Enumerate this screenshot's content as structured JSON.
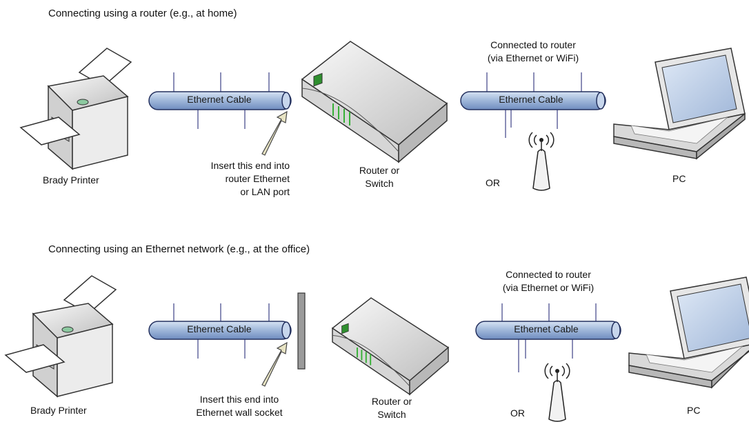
{
  "sections": [
    {
      "heading": "Connecting using a router (e.g., at home)",
      "printer_label": "Brady Printer",
      "cable_left_label": "Ethernet Cable",
      "insert_note": [
        "Insert this end into",
        "router Ethernet",
        "or LAN port"
      ],
      "router_label": [
        "Router or",
        "Switch"
      ],
      "connected_note": [
        "Connected to router",
        "(via Ethernet or WiFi)"
      ],
      "cable_right_label": "Ethernet Cable",
      "or_label": "OR",
      "pc_label": "PC"
    },
    {
      "heading": "Connecting using an Ethernet network (e.g., at the office)",
      "printer_label": "Brady Printer",
      "cable_left_label": "Ethernet Cable",
      "insert_note": [
        "Insert this end into",
        "Ethernet wall socket"
      ],
      "router_label": [
        "Router or",
        "Switch"
      ],
      "connected_note": [
        "Connected to router",
        "(via Ethernet or WiFi)"
      ],
      "cable_right_label": "Ethernet Cable",
      "or_label": "OR",
      "pc_label": "PC"
    }
  ],
  "colors": {
    "cable_fill": "#9fb7d9",
    "cable_stroke": "#23305e",
    "wire": "#3b3f86",
    "device_gray": "#e6e6e6",
    "device_stroke": "#333333",
    "led_green": "#36b036",
    "screen_blue": "#b9cce6",
    "wall_socket": "#9a9a9a"
  }
}
